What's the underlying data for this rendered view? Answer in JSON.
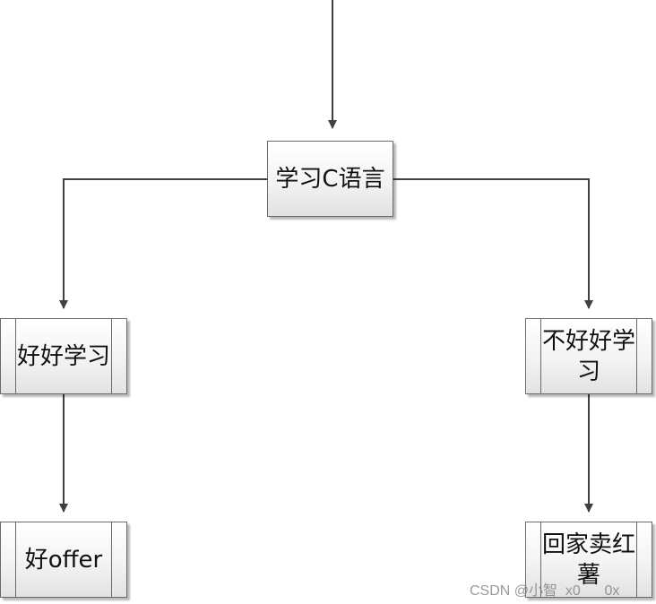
{
  "diagram": {
    "nodes": {
      "study_c": "学习C语言",
      "study_hard": "好好学习",
      "not_study": "不好好学习",
      "good_offer": "好offer",
      "sell_potato": "回家卖红薯"
    },
    "colors": {
      "line": "#404040",
      "box_border": "#6b6b6b",
      "box_fill_top": "#ffffff",
      "box_fill_bottom": "#e2e2e2"
    }
  },
  "watermark": "CSDN @小智_x0___0x_"
}
